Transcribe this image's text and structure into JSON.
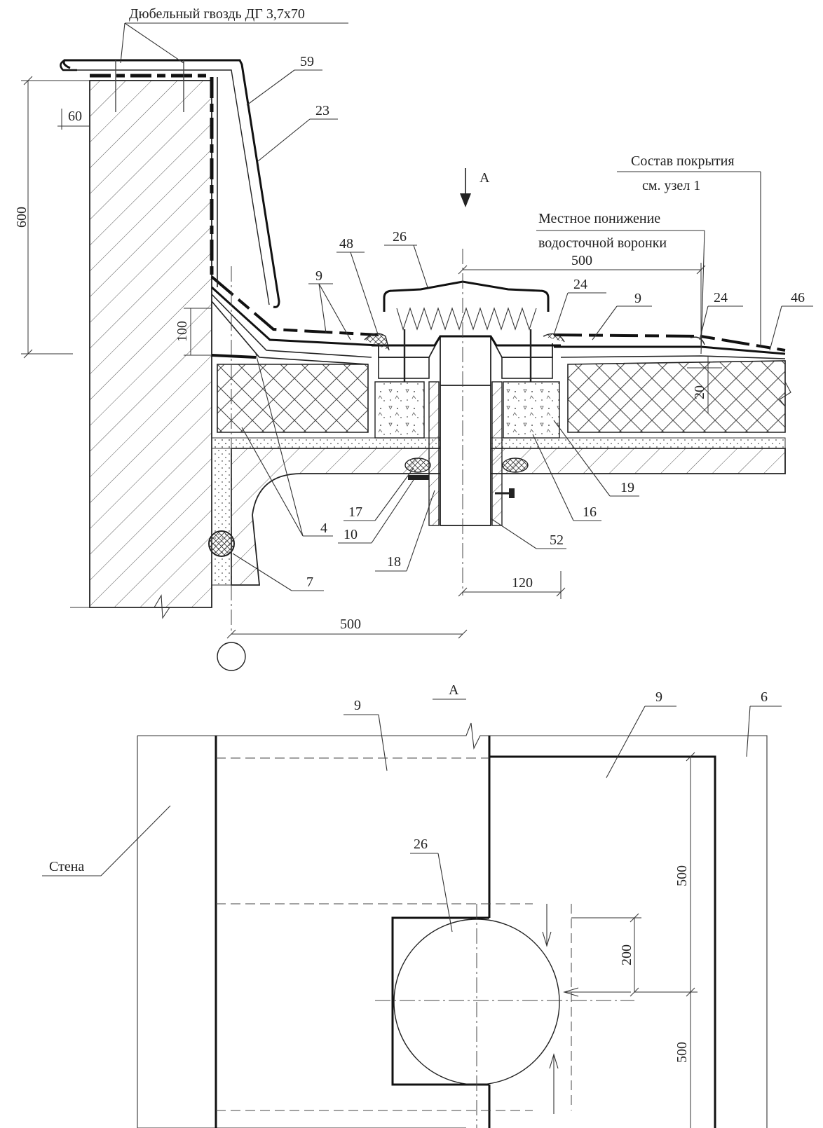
{
  "labels": {
    "nail": "Дюбельный гвоздь ДГ 3,7х70",
    "section_letter": "А",
    "section_view_title": "А",
    "roof_composition_1": "Состав покрытия",
    "roof_composition_2": "см. узел 1",
    "local_lowering_1": "Местное понижение",
    "local_lowering_2": "водосточной воронки",
    "wall": "Стена"
  },
  "dims": {
    "d600": "600",
    "d60": "60",
    "d100": "100",
    "d500_top": "500",
    "d20": "20",
    "d120": "120",
    "d500_bottom": "500",
    "d500_plan_upper": "500",
    "d200_plan": "200",
    "d500_plan_lower": "500"
  },
  "callouts": {
    "c59": "59",
    "c23": "23",
    "c48": "48",
    "c26": "26",
    "c9a": "9",
    "c24a": "24",
    "c9b": "9",
    "c24b": "24",
    "c46": "46",
    "c4": "4",
    "c17": "17",
    "c10": "10",
    "c18": "18",
    "c7": "7",
    "c52": "52",
    "c16": "16",
    "c19": "19",
    "p9a": "9",
    "p9b": "9",
    "p6": "6",
    "p26": "26"
  }
}
